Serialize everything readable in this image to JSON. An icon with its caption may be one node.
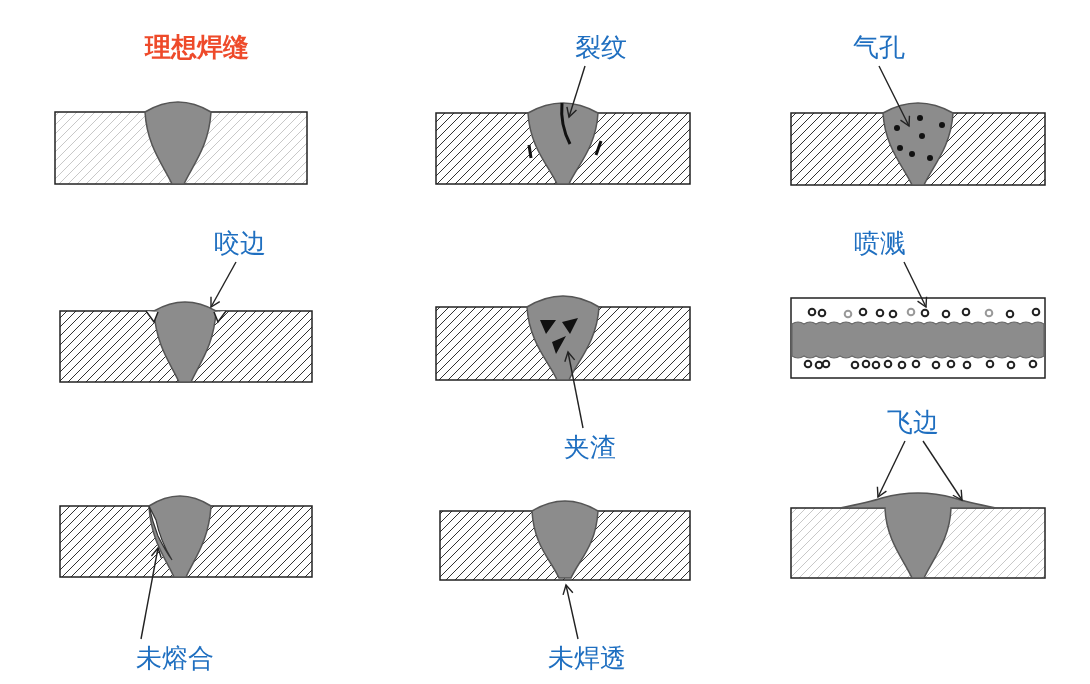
{
  "diagram": {
    "nodes": [
      {
        "text": [
          "裂纹"
        ]
      },
      {
        "text": [
          "气孔"
        ]
      },
      {
        "text": [
          "咬边"
        ]
      },
      {
        "text": [
          "喷溅"
        ]
      },
      {
        "text": [
          "夹渣"
        ]
      },
      {
        "text": [
          "飞边"
        ]
      },
      {
        "text": [
          "未熔合"
        ]
      },
      {
        "text": [
          "未焊透"
        ]
      },
      {
        "text": [],
        "shape": "picture"
      },
      {
        "text": [],
        "shape": "picture"
      },
      {
        "text": [],
        "shape": "picture"
      },
      {
        "text": [],
        "shape": "picture"
      },
      {
        "text": [],
        "shape": "picture"
      },
      {
        "text": [],
        "shape": "picture"
      },
      {
        "text": [],
        "shape": "picture"
      },
      {
        "text": [],
        "shape": "picture"
      },
      {
        "text": [],
        "shape": "picture"
      }
    ],
    "edges": [
      {
        "from": 0,
        "to": 9,
        "arrow": "to"
      },
      {
        "from": 1,
        "to": 10,
        "arrow": "to"
      },
      {
        "from": 2,
        "to": 11,
        "arrow": "to"
      },
      {
        "from": 3,
        "to": 13,
        "arrow": "to"
      },
      {
        "from": 4,
        "to": 12,
        "arrow": "to"
      },
      {
        "from": 5,
        "to": 16,
        "arrow": "to"
      },
      {
        "from": 5,
        "to": 16,
        "arrow": "to"
      },
      {
        "from": 6,
        "to": 14,
        "arrow": "to"
      },
      {
        "from": 7,
        "to": 15,
        "arrow": "to"
      }
    ],
    "labels": [
      "理想焊缝"
    ]
  }
}
